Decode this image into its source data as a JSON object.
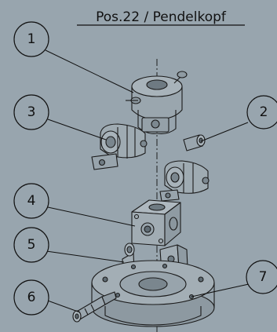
{
  "title": "Pos.22 / Pendelkopf",
  "callouts": [
    {
      "number": "1"
    },
    {
      "number": "2"
    },
    {
      "number": "3"
    },
    {
      "number": "4"
    },
    {
      "number": "5"
    },
    {
      "number": "6"
    },
    {
      "number": "7"
    }
  ],
  "colors": {
    "background": "#98a5ae",
    "linework": "#1a1a1a",
    "bubble_fill": "#98a5ae"
  }
}
